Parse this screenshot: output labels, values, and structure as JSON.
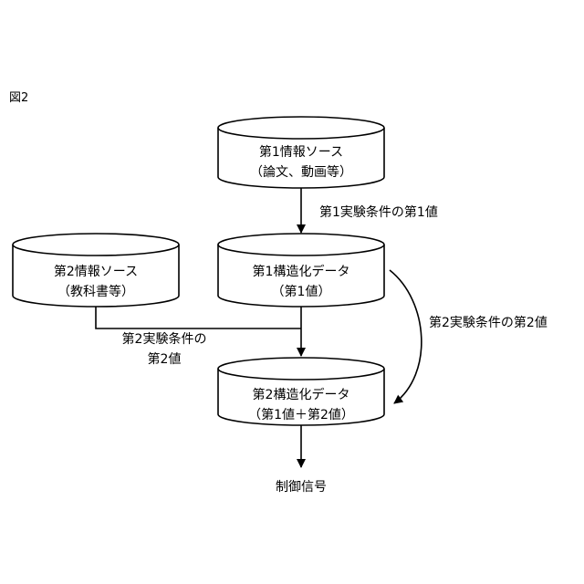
{
  "figure_label": "図2",
  "source1": {
    "line1": "第1情報ソース",
    "line2": "（論文、動画等）"
  },
  "source2": {
    "line1": "第2情報ソース",
    "line2": "（教科書等）"
  },
  "struct1": {
    "line1": "第1構造化データ",
    "line2": "（第1値）"
  },
  "struct2": {
    "line1": "第2構造化データ",
    "line2": "（第1値＋第2値）"
  },
  "labels": {
    "exp1": "第1実験条件の第1値",
    "exp2_line1": "第2実験条件の",
    "exp2_line2": "第2値",
    "exp2_curve": "第2実験条件の第2値"
  },
  "output": "制御信号"
}
